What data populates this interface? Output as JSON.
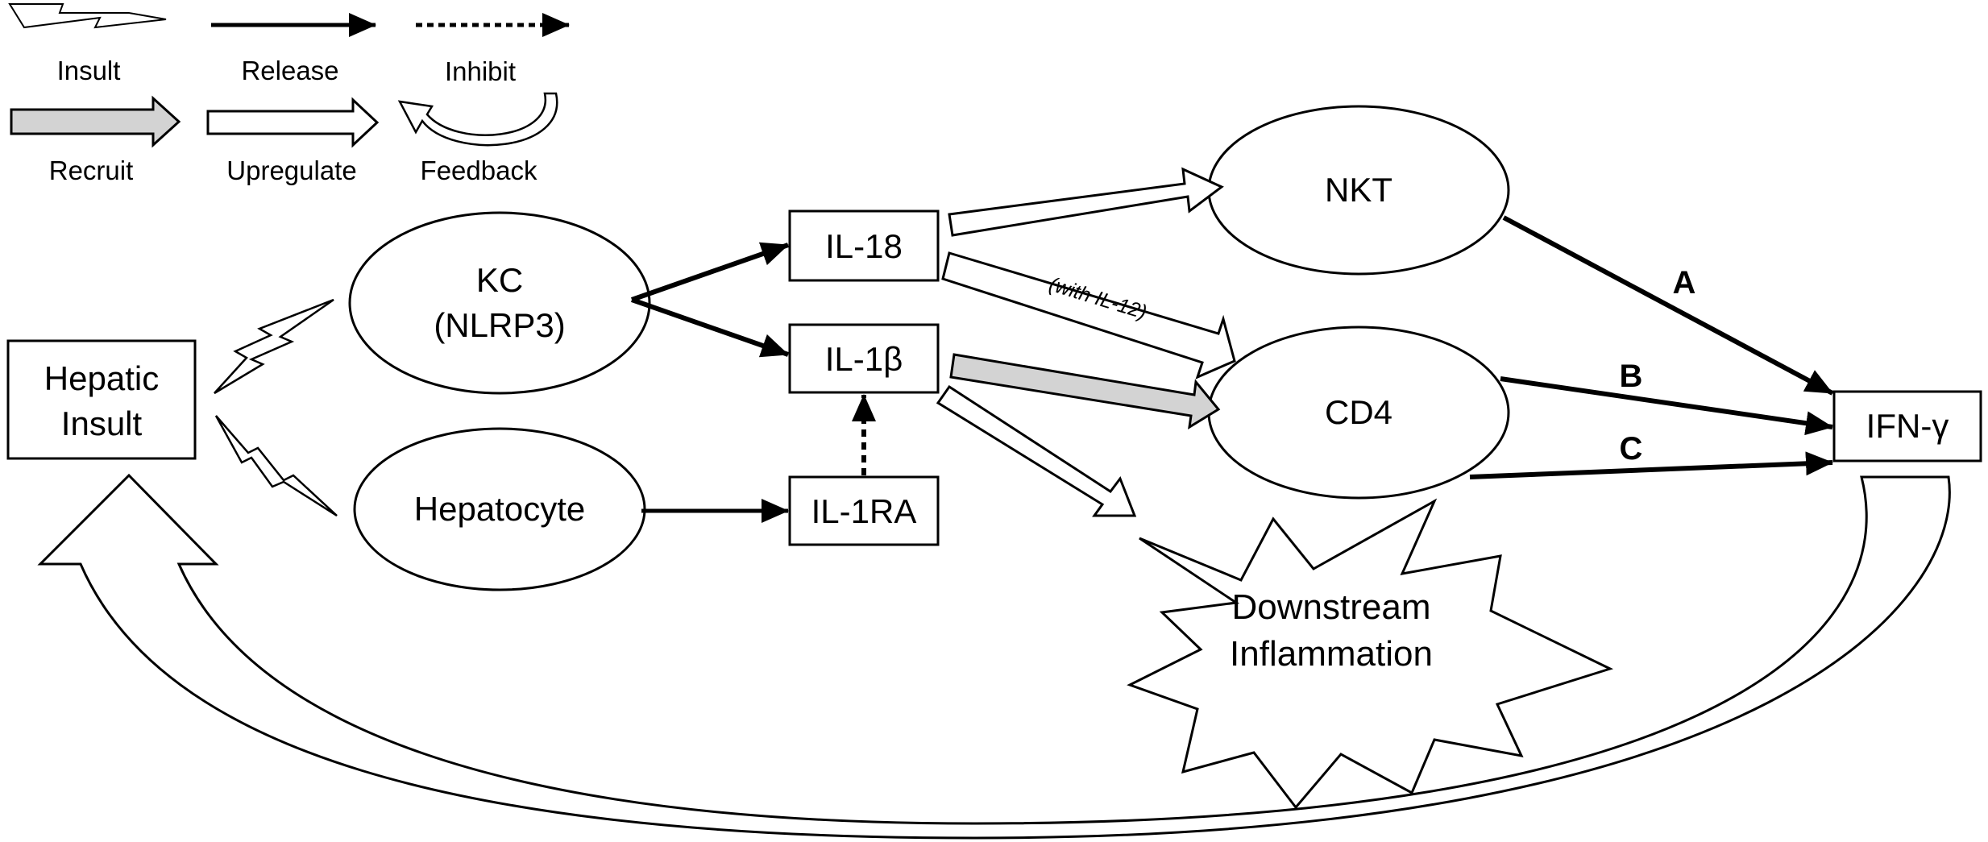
{
  "legend": {
    "insult": "Insult",
    "release": "Release",
    "inhibit": "Inhibit",
    "recruit": "Recruit",
    "upregulate": "Upregulate",
    "feedback": "Feedback"
  },
  "nodes": {
    "hepatic_insult": [
      "Hepatic",
      "Insult"
    ],
    "kc": [
      "KC",
      "(NLRP3)"
    ],
    "hepatocyte": "Hepatocyte",
    "il18": "IL-18",
    "il1b": "IL-1β",
    "il1ra": "IL-1RA",
    "nkt": "NKT",
    "cd4": "CD4",
    "ifng": "IFN-γ",
    "downstream": [
      "Downstream",
      "Inflammation"
    ]
  },
  "edges": {
    "a": "A",
    "b": "B",
    "c": "C",
    "with_il12": "(with IL-12)"
  },
  "colors": {
    "recruit_fill": "#d3d3d3",
    "stroke": "#000000",
    "background": "#ffffff"
  }
}
